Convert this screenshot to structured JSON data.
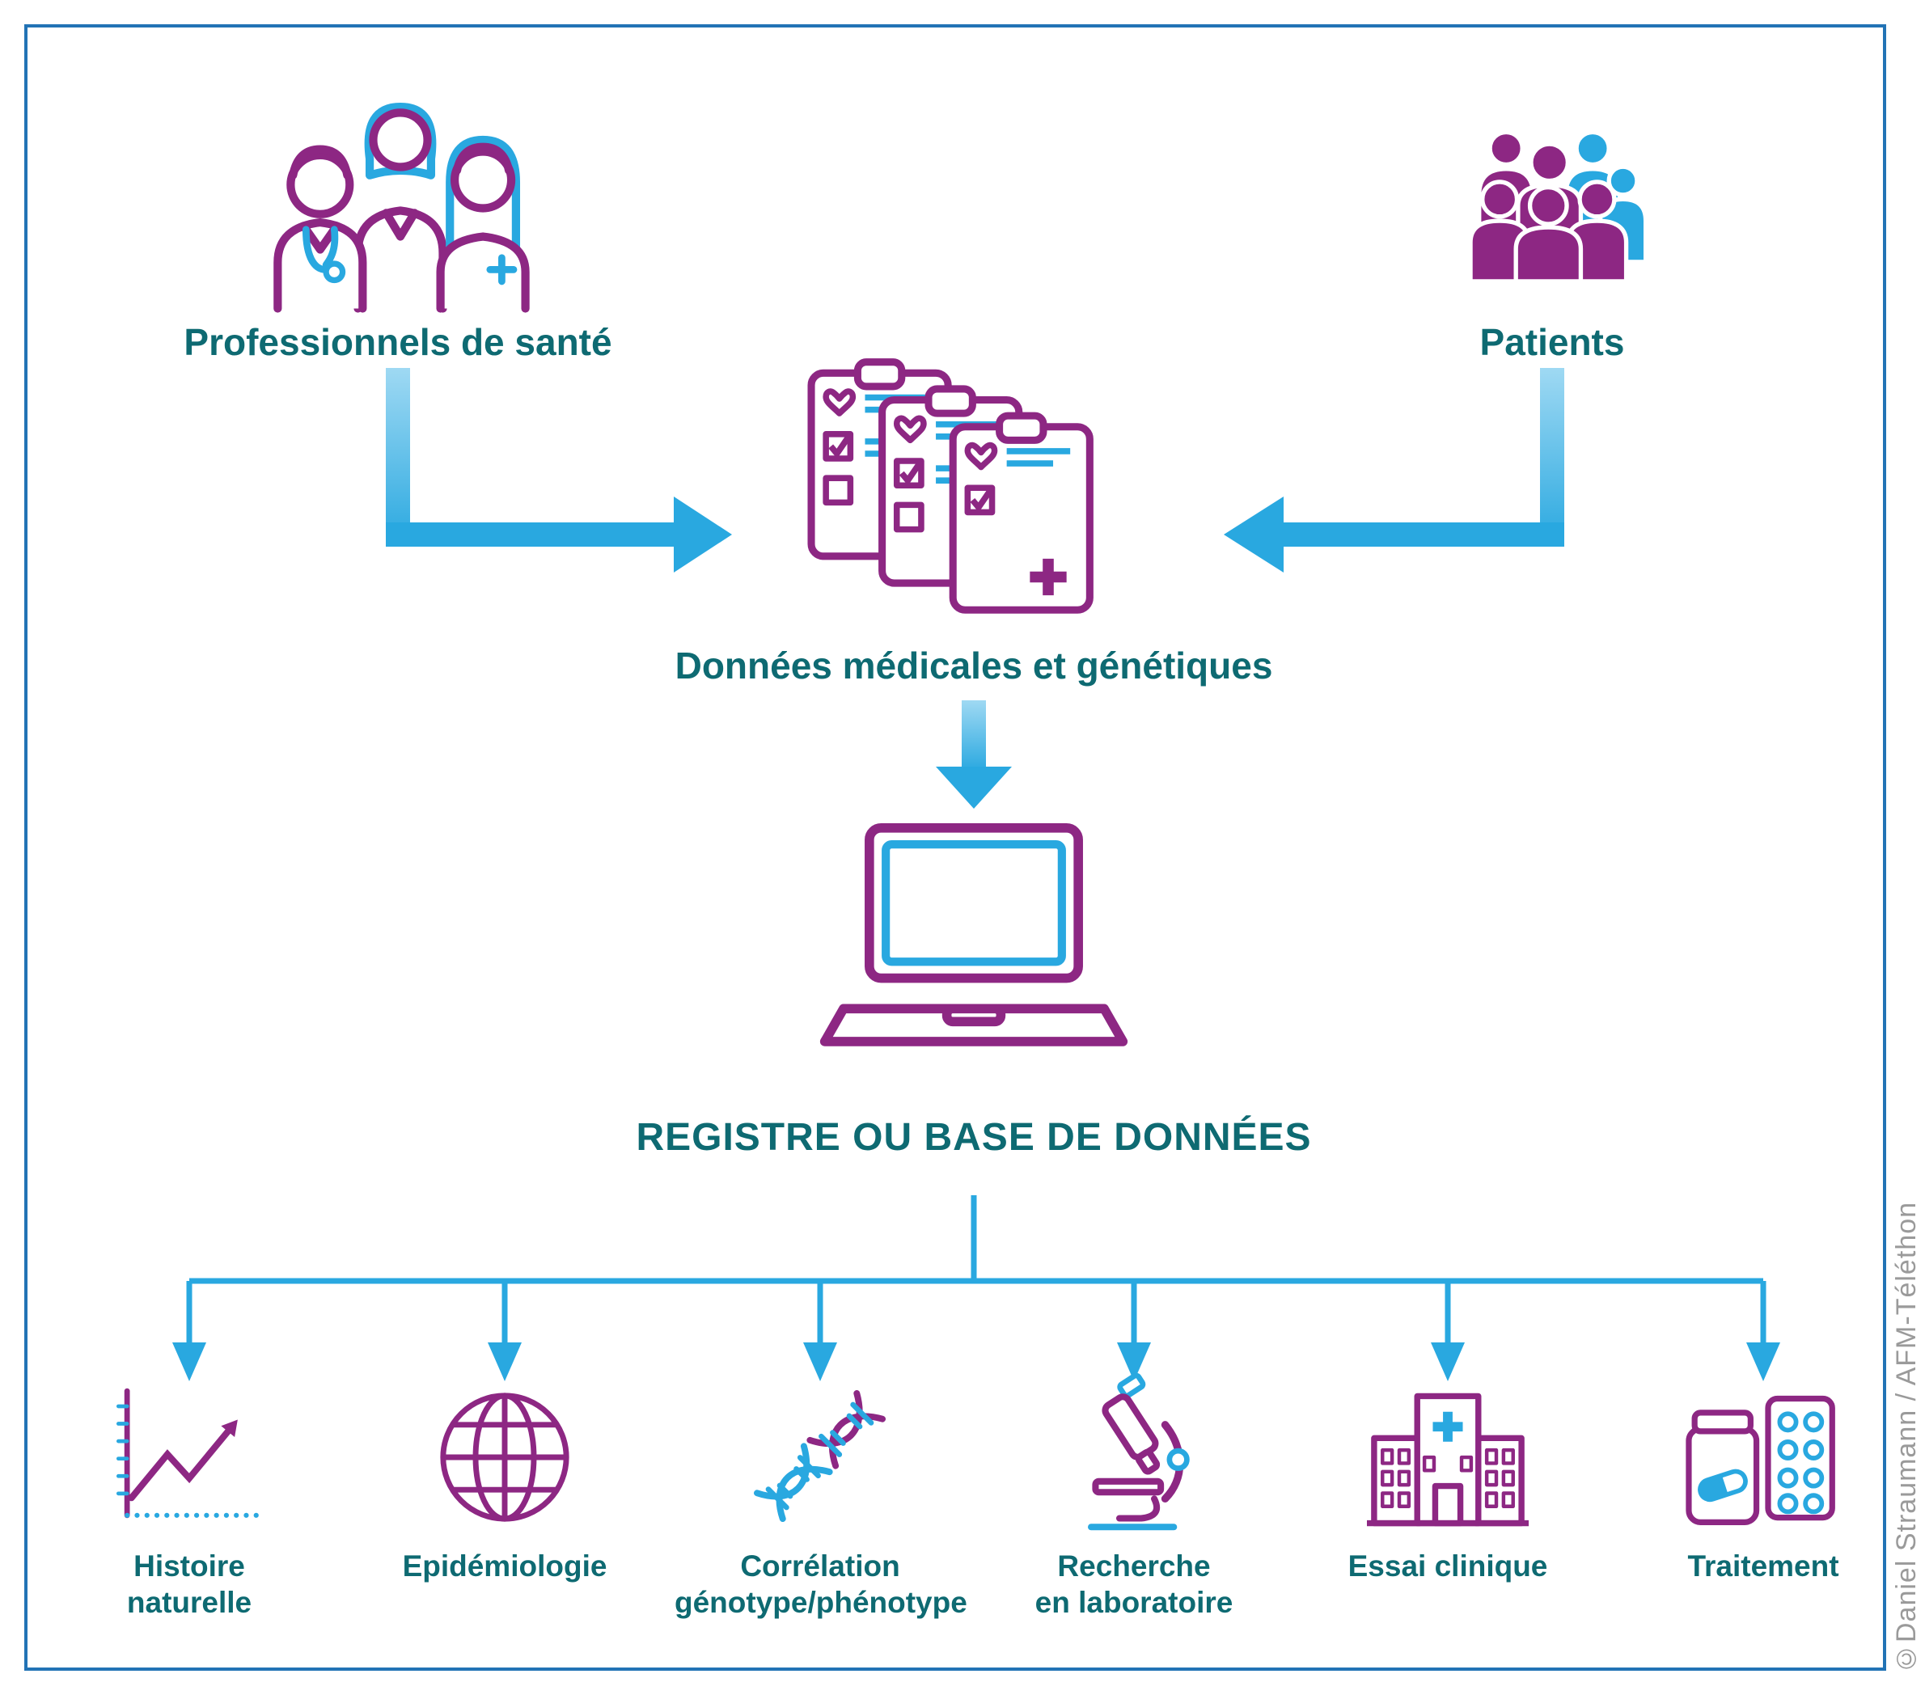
{
  "diagram": {
    "professionals": {
      "label": "Professionnels de santé",
      "icon": "medical-staff-icon"
    },
    "patients": {
      "label": "Patients",
      "icon": "people-group-icon"
    },
    "medical_data": {
      "label": "Données médicales et génétiques",
      "icon": "clipboards-icon"
    },
    "registry": {
      "label": "REGISTRE OU BASE DE DONNÉES",
      "icon": "laptop-icon"
    },
    "outputs": [
      {
        "label": "Histoire naturelle",
        "lines": [
          "Histoire",
          "naturelle"
        ],
        "icon": "line-chart-icon"
      },
      {
        "label": "Epidémiologie",
        "lines": [
          "Epidémiologie"
        ],
        "icon": "globe-icon"
      },
      {
        "label": "Corrélation génotype/phénotype",
        "lines": [
          "Corrélation",
          "génotype/phénotype"
        ],
        "icon": "dna-icon"
      },
      {
        "label": "Recherche en laboratoire",
        "lines": [
          "Recherche",
          "en laboratoire"
        ],
        "icon": "microscope-icon"
      },
      {
        "label": "Essai clinique",
        "lines": [
          "Essai clinique"
        ],
        "icon": "hospital-icon"
      },
      {
        "label": "Traitement",
        "lines": [
          "Traitement"
        ],
        "icon": "medicine-icon"
      }
    ],
    "credit": "©Daniel Straumann / AFM-Téléthon",
    "colors": {
      "purple": "#8d2783",
      "blue": "#29a8e0",
      "blue_light": "#9fd9f3",
      "teal_text": "#0e6a72",
      "border_blue": "#2273b5",
      "credit_gray": "#9a9a9a"
    }
  }
}
